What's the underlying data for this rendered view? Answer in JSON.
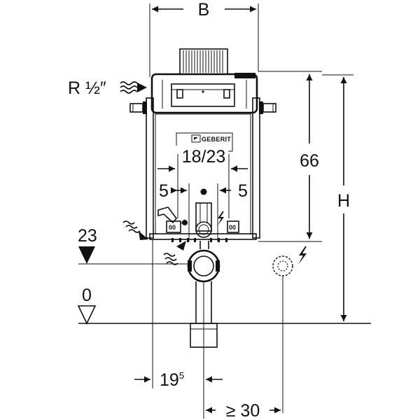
{
  "figure": {
    "title": "Geberit installation element dimension drawing",
    "brand": "GEBERIT"
  },
  "dimensions": {
    "width": "B",
    "height": "H",
    "supply_connection": "R ½″",
    "frame_height": "66",
    "flush_opening": "18/23",
    "left_offset": "5",
    "right_offset": "5",
    "drain_level": "23",
    "floor_level": "0",
    "wall_offset_base": "19",
    "wall_offset_sup": "5",
    "min_distance": "≥ 30"
  },
  "icons": {
    "water_supply": "water-wave-icon",
    "drain": "water-wave-icon",
    "electric": "lightning-icon",
    "level_marker": "level-triangle-icon",
    "socket": "socket-icon"
  }
}
